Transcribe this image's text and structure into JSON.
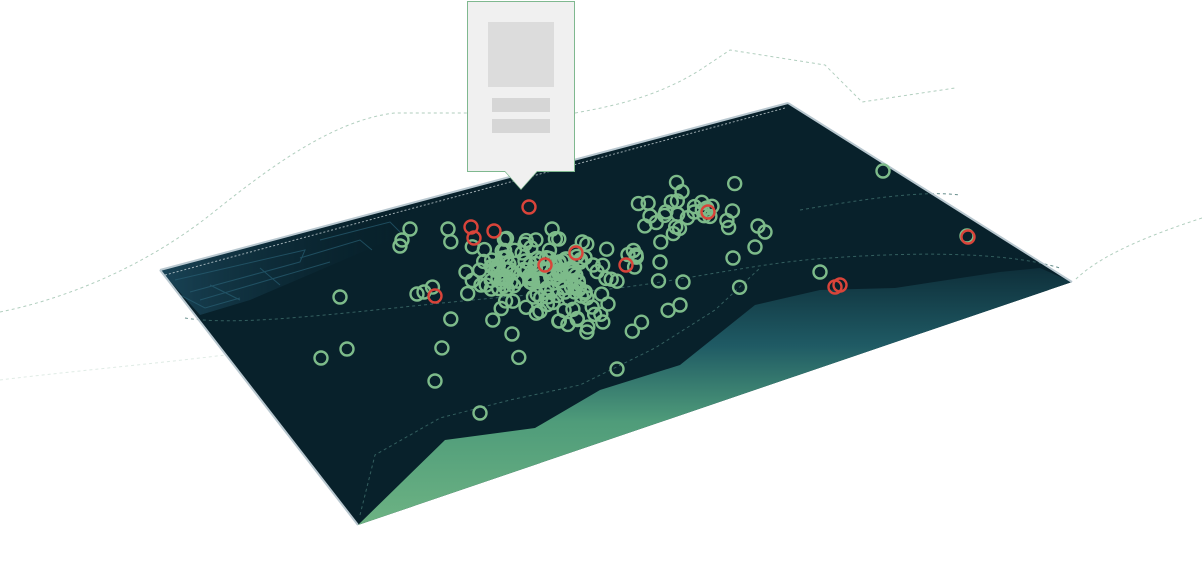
{
  "map": {
    "kind": "3d-perspective-scatter-map",
    "colors": {
      "surface": "#08212b",
      "surface_edge": "#9fb3bd",
      "terrain_fill": "#6db383",
      "terrain_deep": "#1e4c5a",
      "marker_normal": "#7dbb8a",
      "marker_alert": "#d9443a",
      "contour": "#8fb9a2"
    },
    "markers": {
      "normal_count": 250,
      "alert_count": 12
    }
  },
  "tooltip": {
    "image_icon": "image-placeholder-icon",
    "lines": 2,
    "border_color": "#7fb88f",
    "background": "#f0f0f0"
  }
}
